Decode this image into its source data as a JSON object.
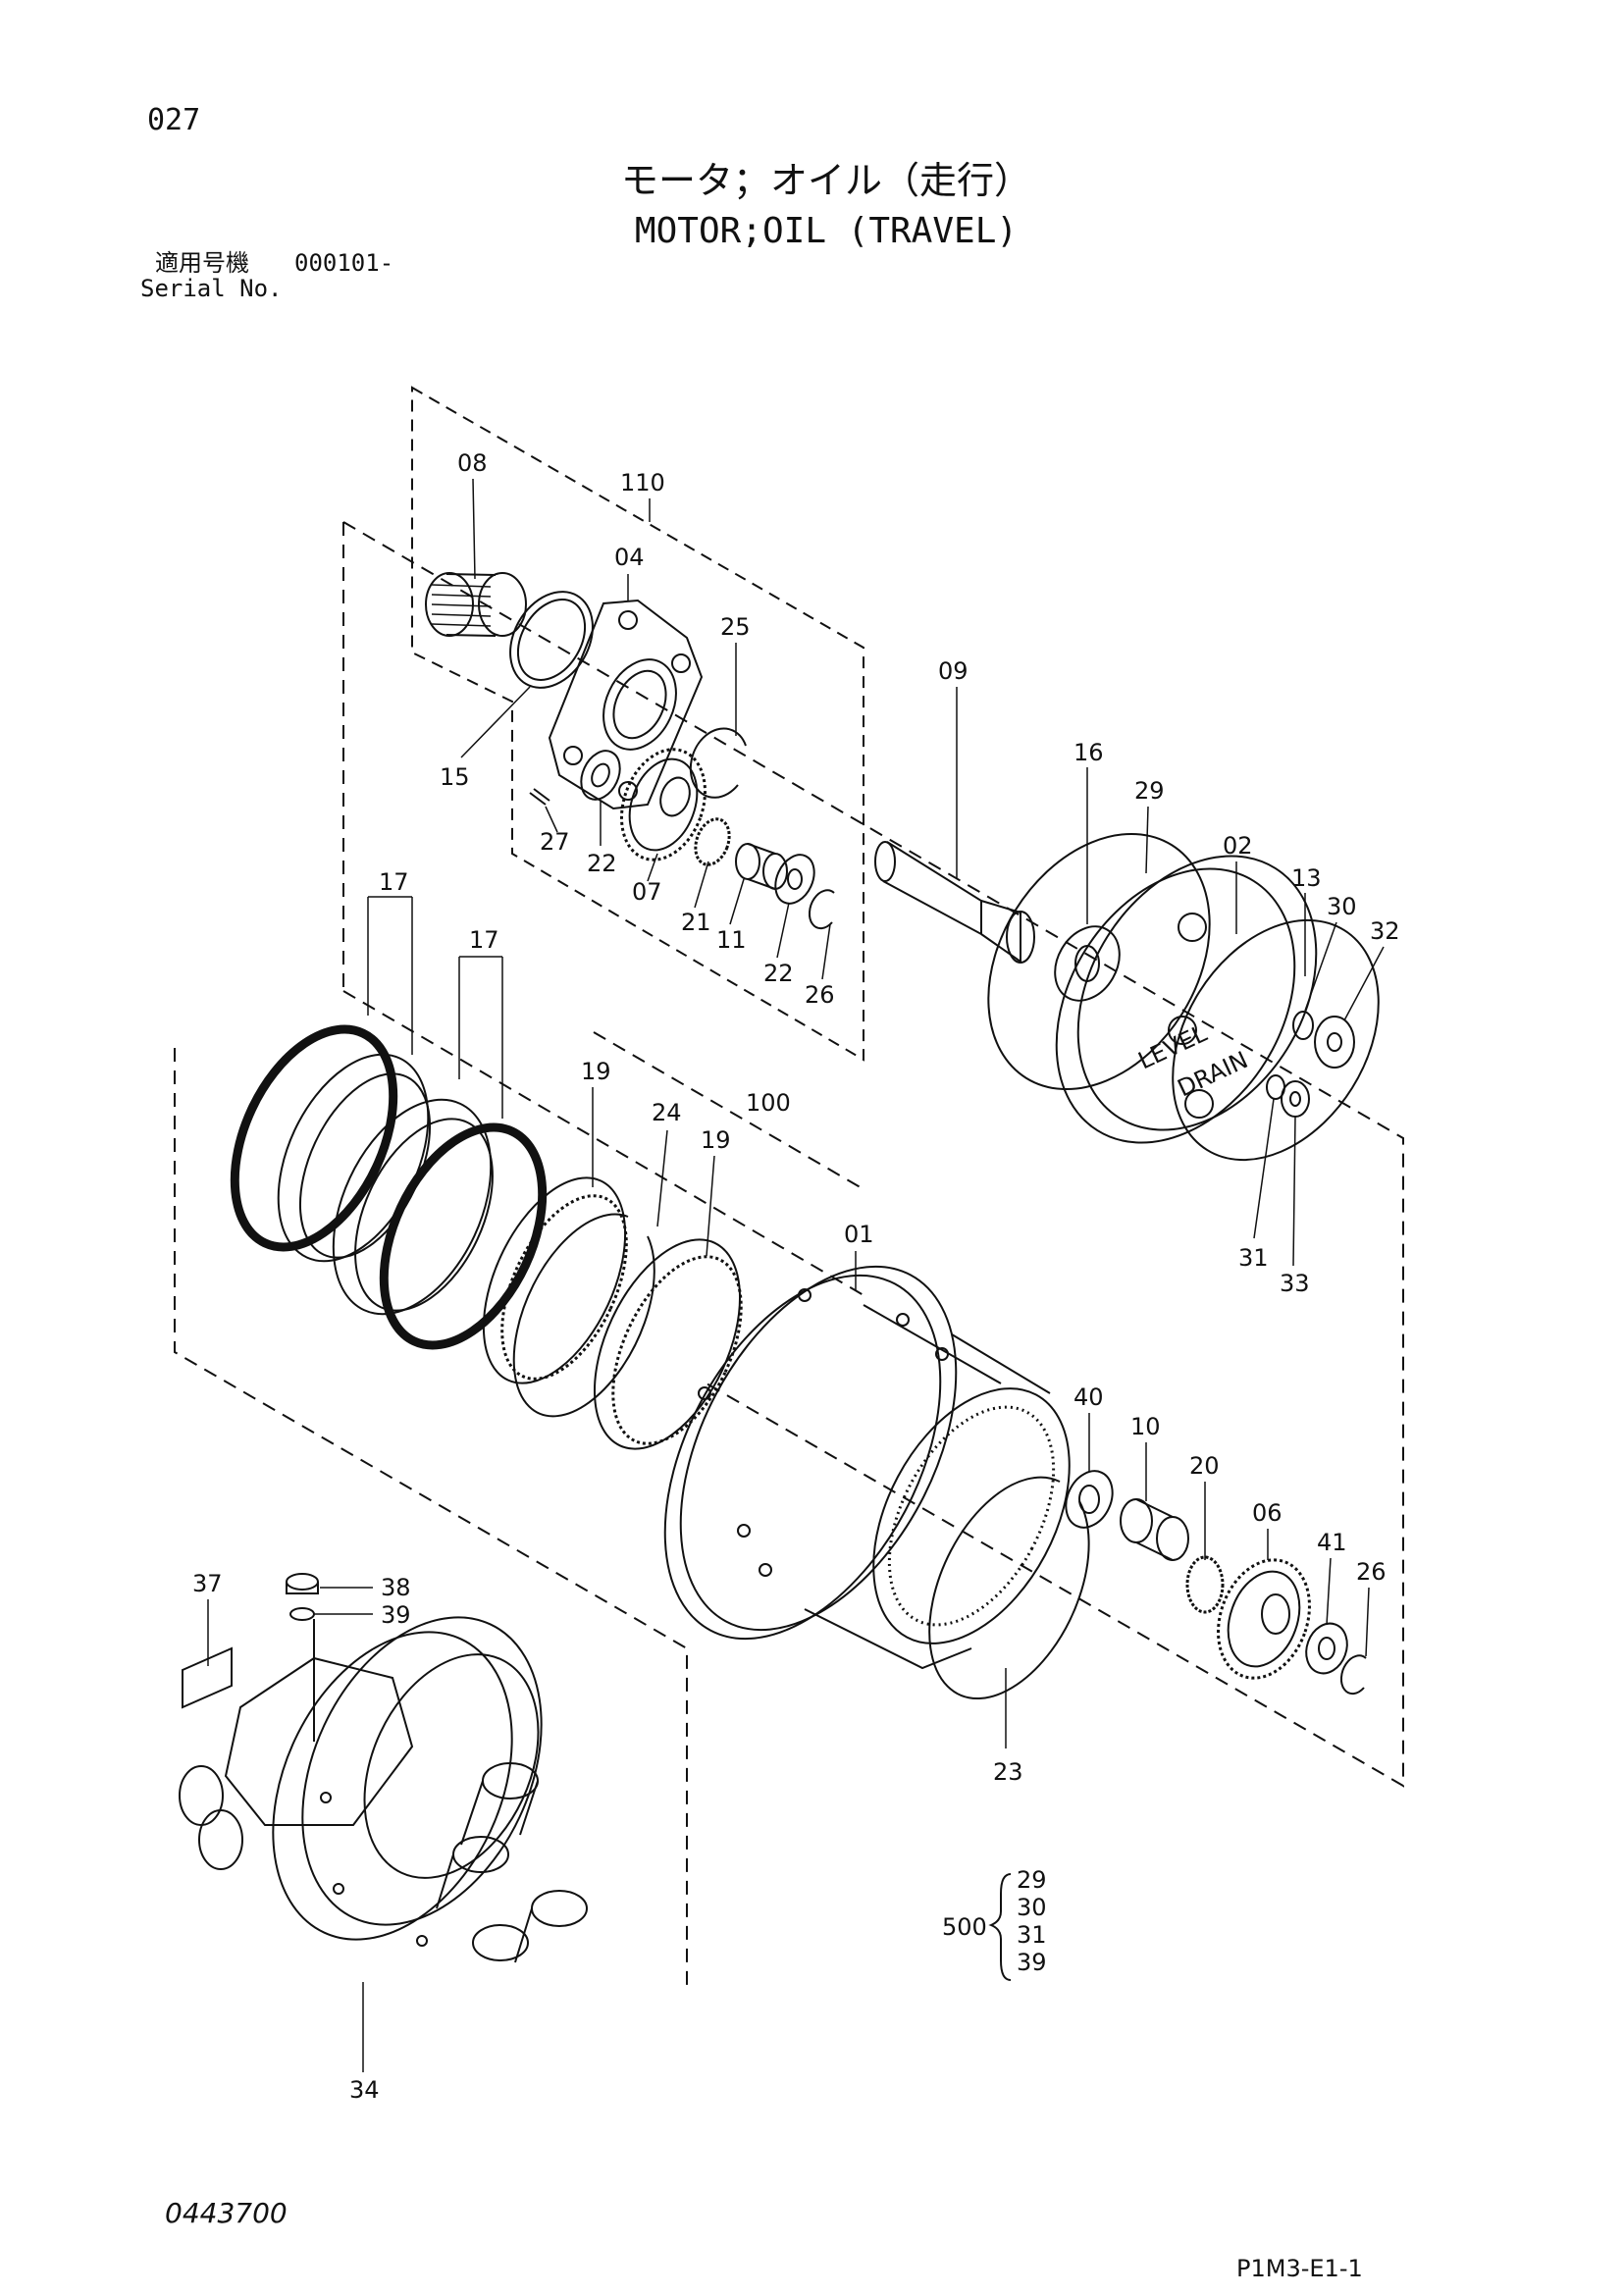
{
  "page_number": "027",
  "title_jp": "モータ；オイル（走行）",
  "title_en": "MOTOR;OIL (TRAVEL)",
  "serial": {
    "label_jp": "適用号機",
    "value": "000101-",
    "label_en": "Serial No."
  },
  "document_number": "0443700",
  "page_ref": "P1M3-E1-1",
  "callouts": {
    "c08": "08",
    "c110": "110",
    "c04": "04",
    "c25": "25",
    "c09": "09",
    "c16": "16",
    "c29": "29",
    "c02": "02",
    "c13": "13",
    "c30": "30",
    "c32": "32",
    "c15": "15",
    "c27": "27",
    "c22a": "22",
    "c07": "07",
    "c21": "21",
    "c11": "11",
    "c22b": "22",
    "c26a": "26",
    "c17a": "17",
    "c17b": "17",
    "c19a": "19",
    "c24": "24",
    "c100": "100",
    "c19b": "19",
    "c01": "01",
    "c31": "31",
    "c33": "33",
    "c40": "40",
    "c10": "10",
    "c20": "20",
    "c06": "06",
    "c41": "41",
    "c26b": "26",
    "c37": "37",
    "c38": "38",
    "c39": "39",
    "c23": "23",
    "c34": "34"
  },
  "kit": {
    "number": "500",
    "items": [
      "29",
      "30",
      "31",
      "39"
    ]
  },
  "stamped": {
    "level": "LEVEL",
    "drain": "DRAIN"
  },
  "colors": {
    "ink": "#111111",
    "paper": "#ffffff"
  }
}
